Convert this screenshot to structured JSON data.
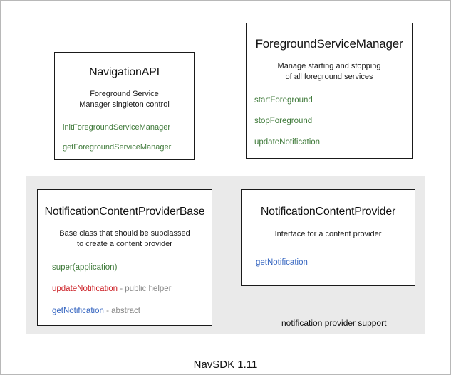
{
  "diagram": {
    "footer_label": "NavSDK 1.11",
    "group": {
      "caption": "notification provider support",
      "background_color": "#eaeaea"
    },
    "colors": {
      "green": "#3f7a3a",
      "red": "#cc2026",
      "blue": "#3565c0",
      "note_gray": "#888888",
      "box_border": "#1a1a1a",
      "canvas_border": "#b8b8b8"
    },
    "boxes": [
      {
        "id": "navigation-api",
        "title": "NavigationAPI",
        "description_lines": [
          "Foreground Service",
          "Manager singleton control"
        ],
        "methods": [
          {
            "name": "initForegroundServiceManager",
            "color": "green",
            "note": ""
          },
          {
            "name": "getForegroundServiceManager",
            "color": "green",
            "note": ""
          }
        ]
      },
      {
        "id": "foreground-service-manager",
        "title": "ForegroundServiceManager",
        "description_lines": [
          "Manage starting and stopping",
          "of all foreground services"
        ],
        "methods": [
          {
            "name": "startForeground",
            "color": "green",
            "note": ""
          },
          {
            "name": "stopForeground",
            "color": "green",
            "note": ""
          },
          {
            "name": "updateNotification",
            "color": "green",
            "note": ""
          }
        ]
      },
      {
        "id": "notification-content-provider-base",
        "title": "NotificationContentProviderBase",
        "description_lines": [
          "Base class that should be subclassed",
          "to create a content provider"
        ],
        "methods": [
          {
            "name": "super(application)",
            "color": "green",
            "note": ""
          },
          {
            "name": "updateNotification",
            "color": "red",
            "note": " - public helper"
          },
          {
            "name": "getNotification",
            "color": "blue",
            "note": " - abstract"
          }
        ]
      },
      {
        "id": "notification-content-provider",
        "title": "NotificationContentProvider",
        "description_lines": [
          "Interface for a content provider"
        ],
        "methods": [
          {
            "name": "getNotification",
            "color": "blue",
            "note": ""
          }
        ]
      }
    ]
  }
}
